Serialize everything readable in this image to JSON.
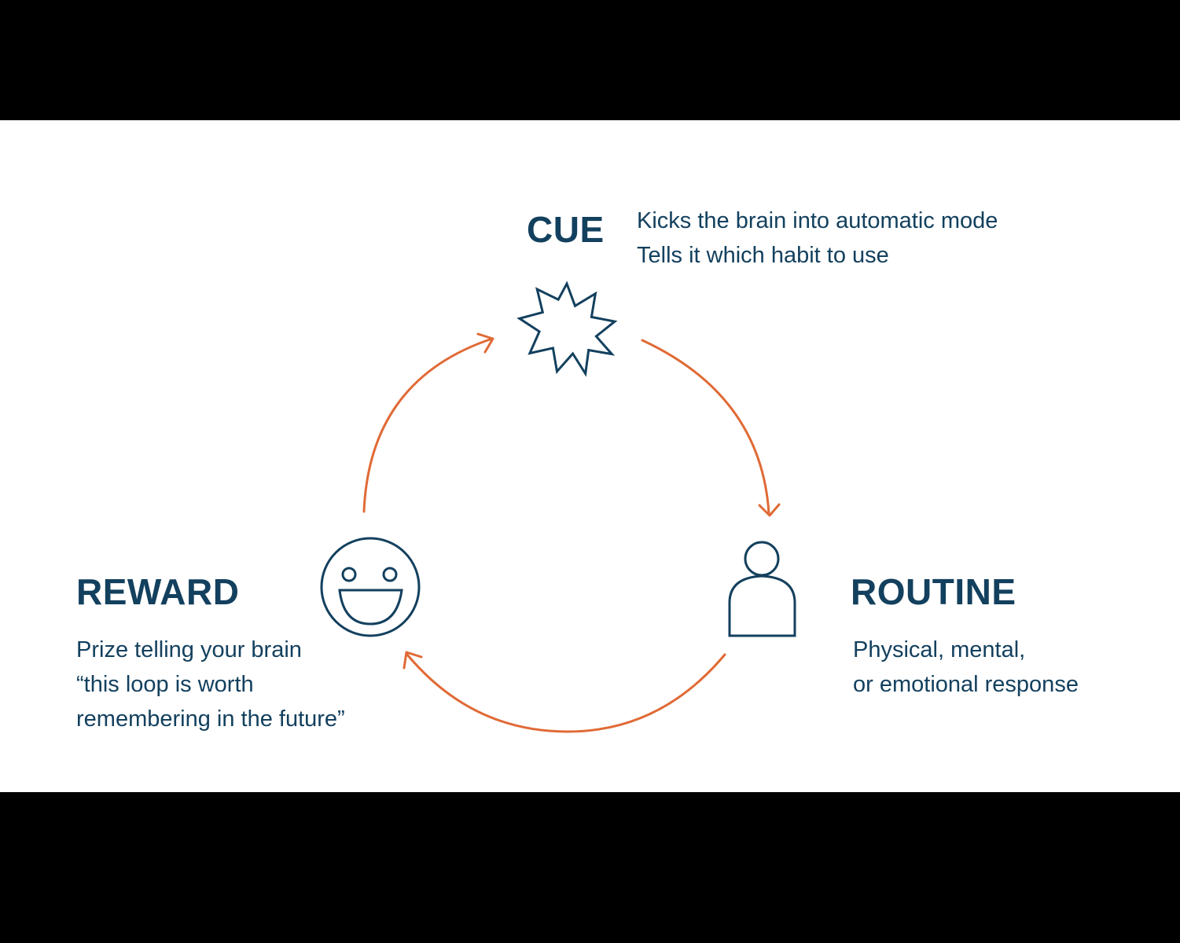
{
  "colors": {
    "background": "#ffffff",
    "letterbox": "#000000",
    "text_navy": "#13405e",
    "arrow_orange": "#e06a36"
  },
  "nodes": {
    "cue": {
      "title": "CUE",
      "icon": "starburst-icon",
      "lines": [
        "Kicks the brain into automatic mode",
        "Tells it which habit to use"
      ]
    },
    "routine": {
      "title": "ROUTINE",
      "icon": "person-icon",
      "lines": [
        "Physical, mental,",
        "or emotional response"
      ]
    },
    "reward": {
      "title": "REWARD",
      "icon": "smiley-face-icon",
      "lines": [
        "Prize telling your brain",
        "“this loop is worth",
        "remembering in the future”"
      ]
    }
  },
  "edges": [
    {
      "from": "cue",
      "to": "routine"
    },
    {
      "from": "routine",
      "to": "reward"
    },
    {
      "from": "reward",
      "to": "cue"
    }
  ]
}
